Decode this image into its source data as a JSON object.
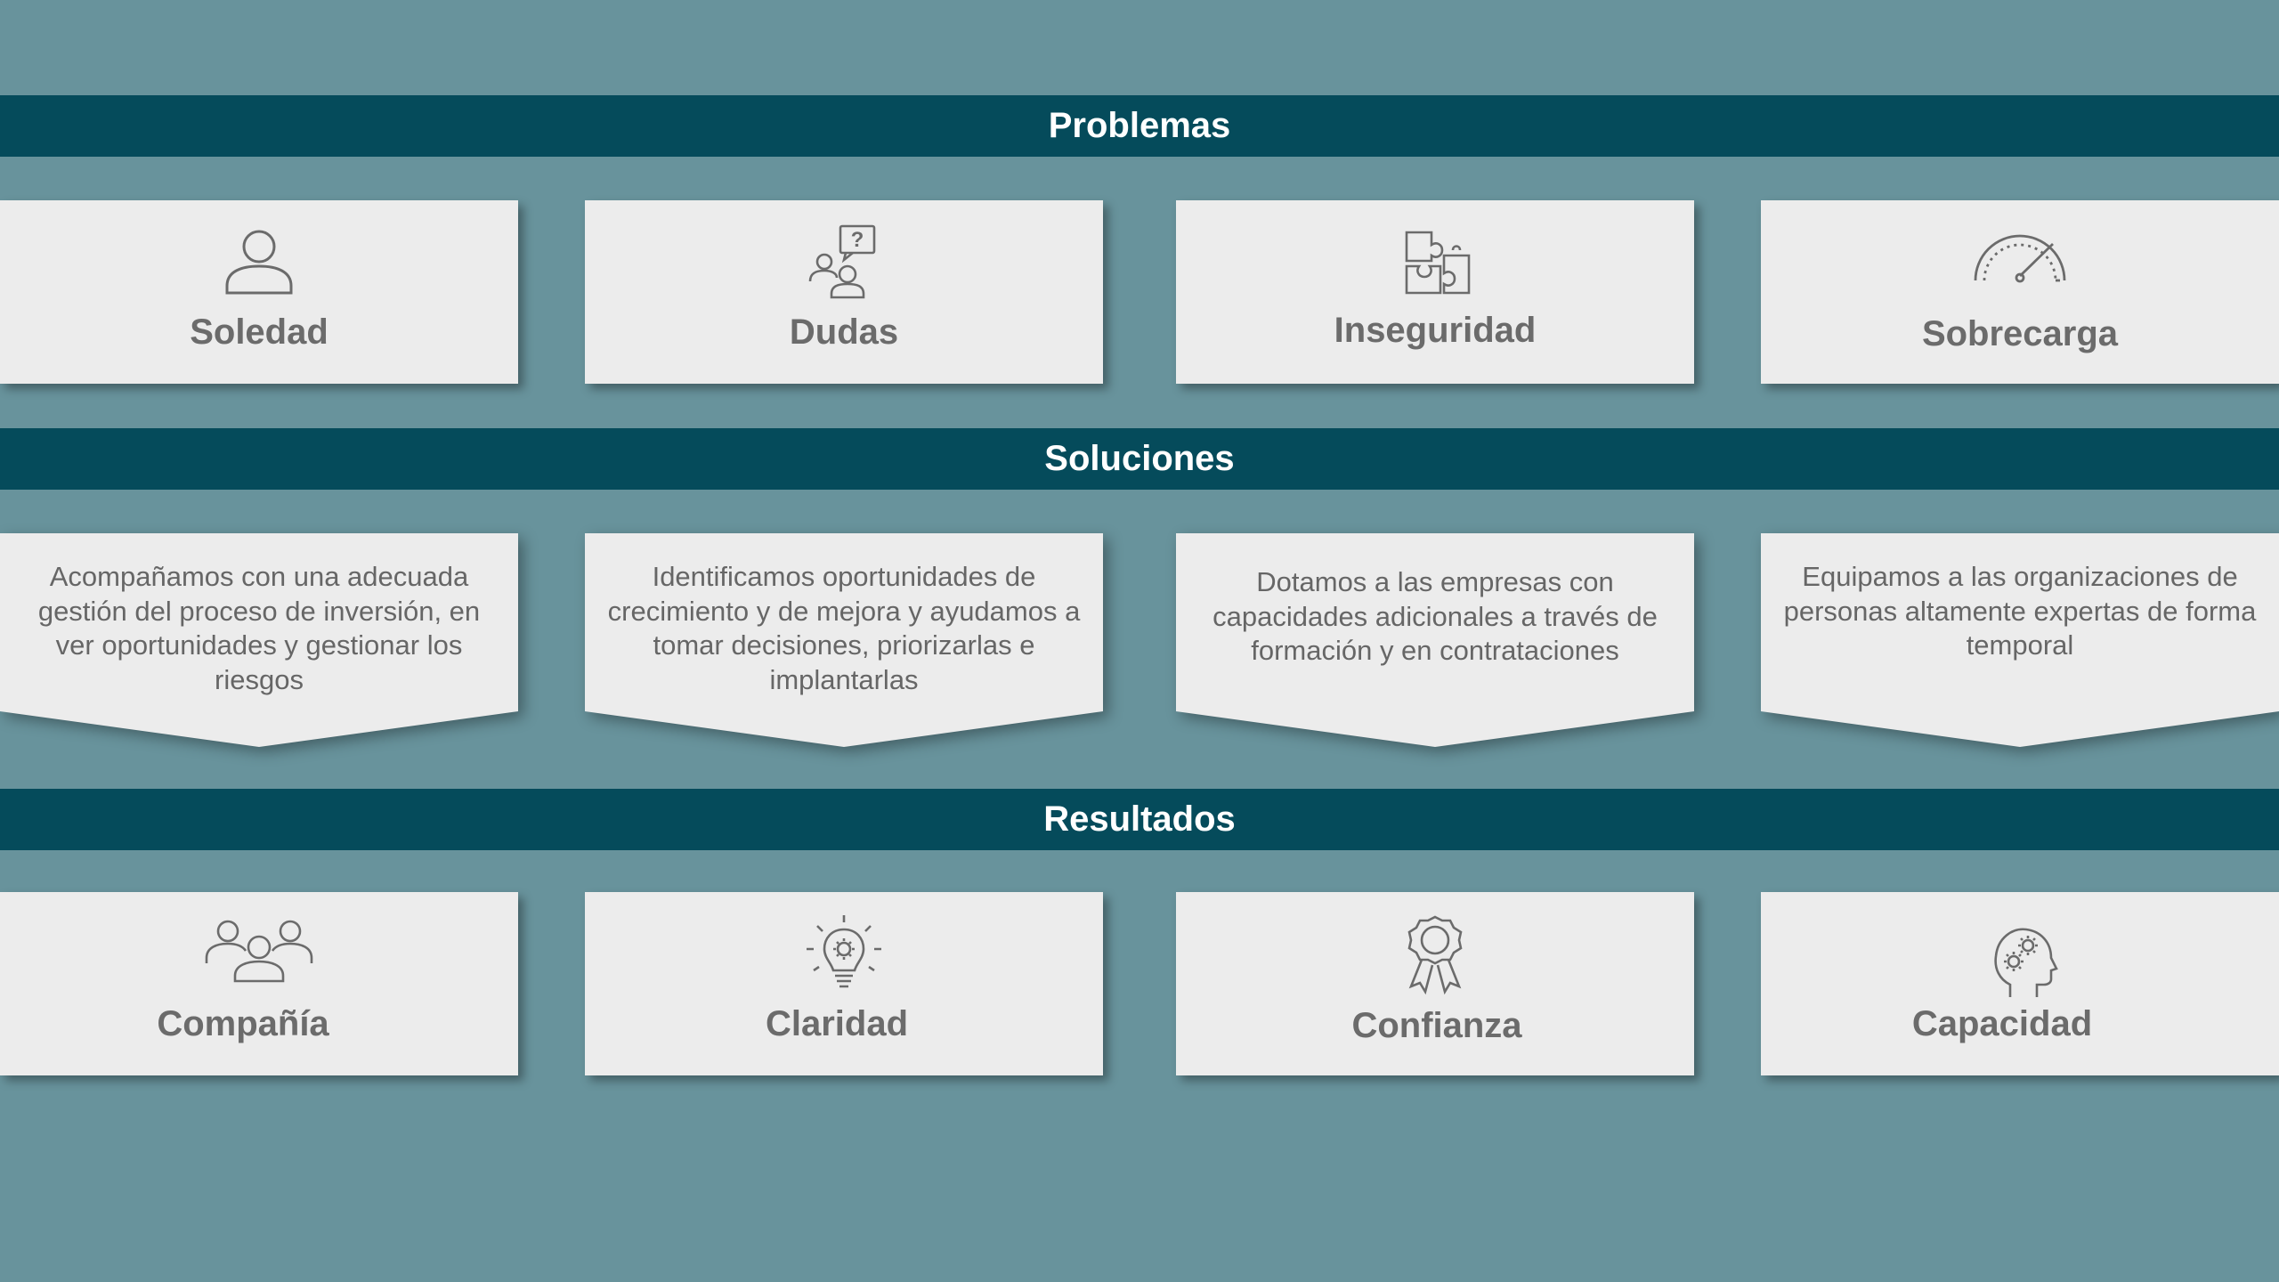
{
  "colors": {
    "background": "#68939c",
    "band": "#054b5b",
    "card": "#ececec",
    "card_text": "#6b6b6b"
  },
  "sections": {
    "problems": "Problemas",
    "solutions": "Soluciones",
    "results": "Resultados"
  },
  "problems": [
    {
      "label": "Soledad",
      "icon": "person-icon"
    },
    {
      "label": "Dudas",
      "icon": "people-question-icon"
    },
    {
      "label": "Inseguridad",
      "icon": "puzzle-icon"
    },
    {
      "label": "Sobrecarga",
      "icon": "speedometer-icon"
    }
  ],
  "solutions": [
    {
      "text": "Acompañamos con una adecuada gestión del proceso de inversión, en ver oportunidades y gestionar los riesgos"
    },
    {
      "text": "Identificamos oportunidades de crecimiento y de mejora y ayudamos a tomar decisiones, priorizarlas e implantarlas"
    },
    {
      "text": "Dotamos a las empresas con capacidades adicionales a través de formación y en contrataciones"
    },
    {
      "text": "Equipamos a las organizaciones de personas altamente expertas de forma temporal"
    }
  ],
  "results": [
    {
      "label": "Compañía",
      "icon": "group-icon"
    },
    {
      "label": "Claridad",
      "icon": "lightbulb-gear-icon"
    },
    {
      "label": "Confianza",
      "icon": "award-ribbon-icon"
    },
    {
      "label": "Capacidad",
      "icon": "head-gears-icon"
    }
  ]
}
